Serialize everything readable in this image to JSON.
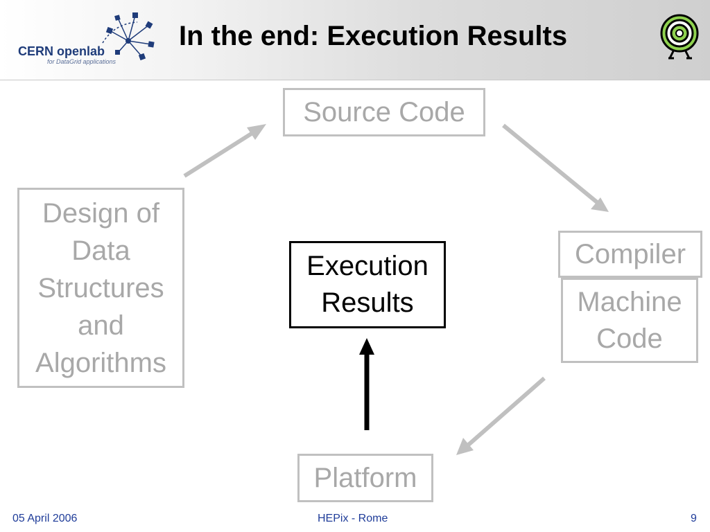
{
  "header": {
    "title": "In the end: Execution Results",
    "logo_left": {
      "name": "CERN openlab",
      "subtitle": "for DataGrid applications",
      "icon": "cern-openlab-logo-icon"
    },
    "logo_right": {
      "icon": "hepix-spiral-logo-icon"
    }
  },
  "diagram": {
    "source_code": "Source Code",
    "design": [
      "Design of",
      "Data",
      "Structures",
      "and",
      "Algorithms"
    ],
    "compiler": "Compiler",
    "machine_code": [
      "Machine",
      "Code"
    ],
    "execution_results": [
      "Execution",
      "Results"
    ],
    "platform": "Platform",
    "colors": {
      "inactive": "#a8a8a8",
      "active": "#000000",
      "arrow": "#c0c0c0"
    }
  },
  "footer": {
    "date": "05 April 2006",
    "event": "HEPix - Rome",
    "page": "9"
  }
}
